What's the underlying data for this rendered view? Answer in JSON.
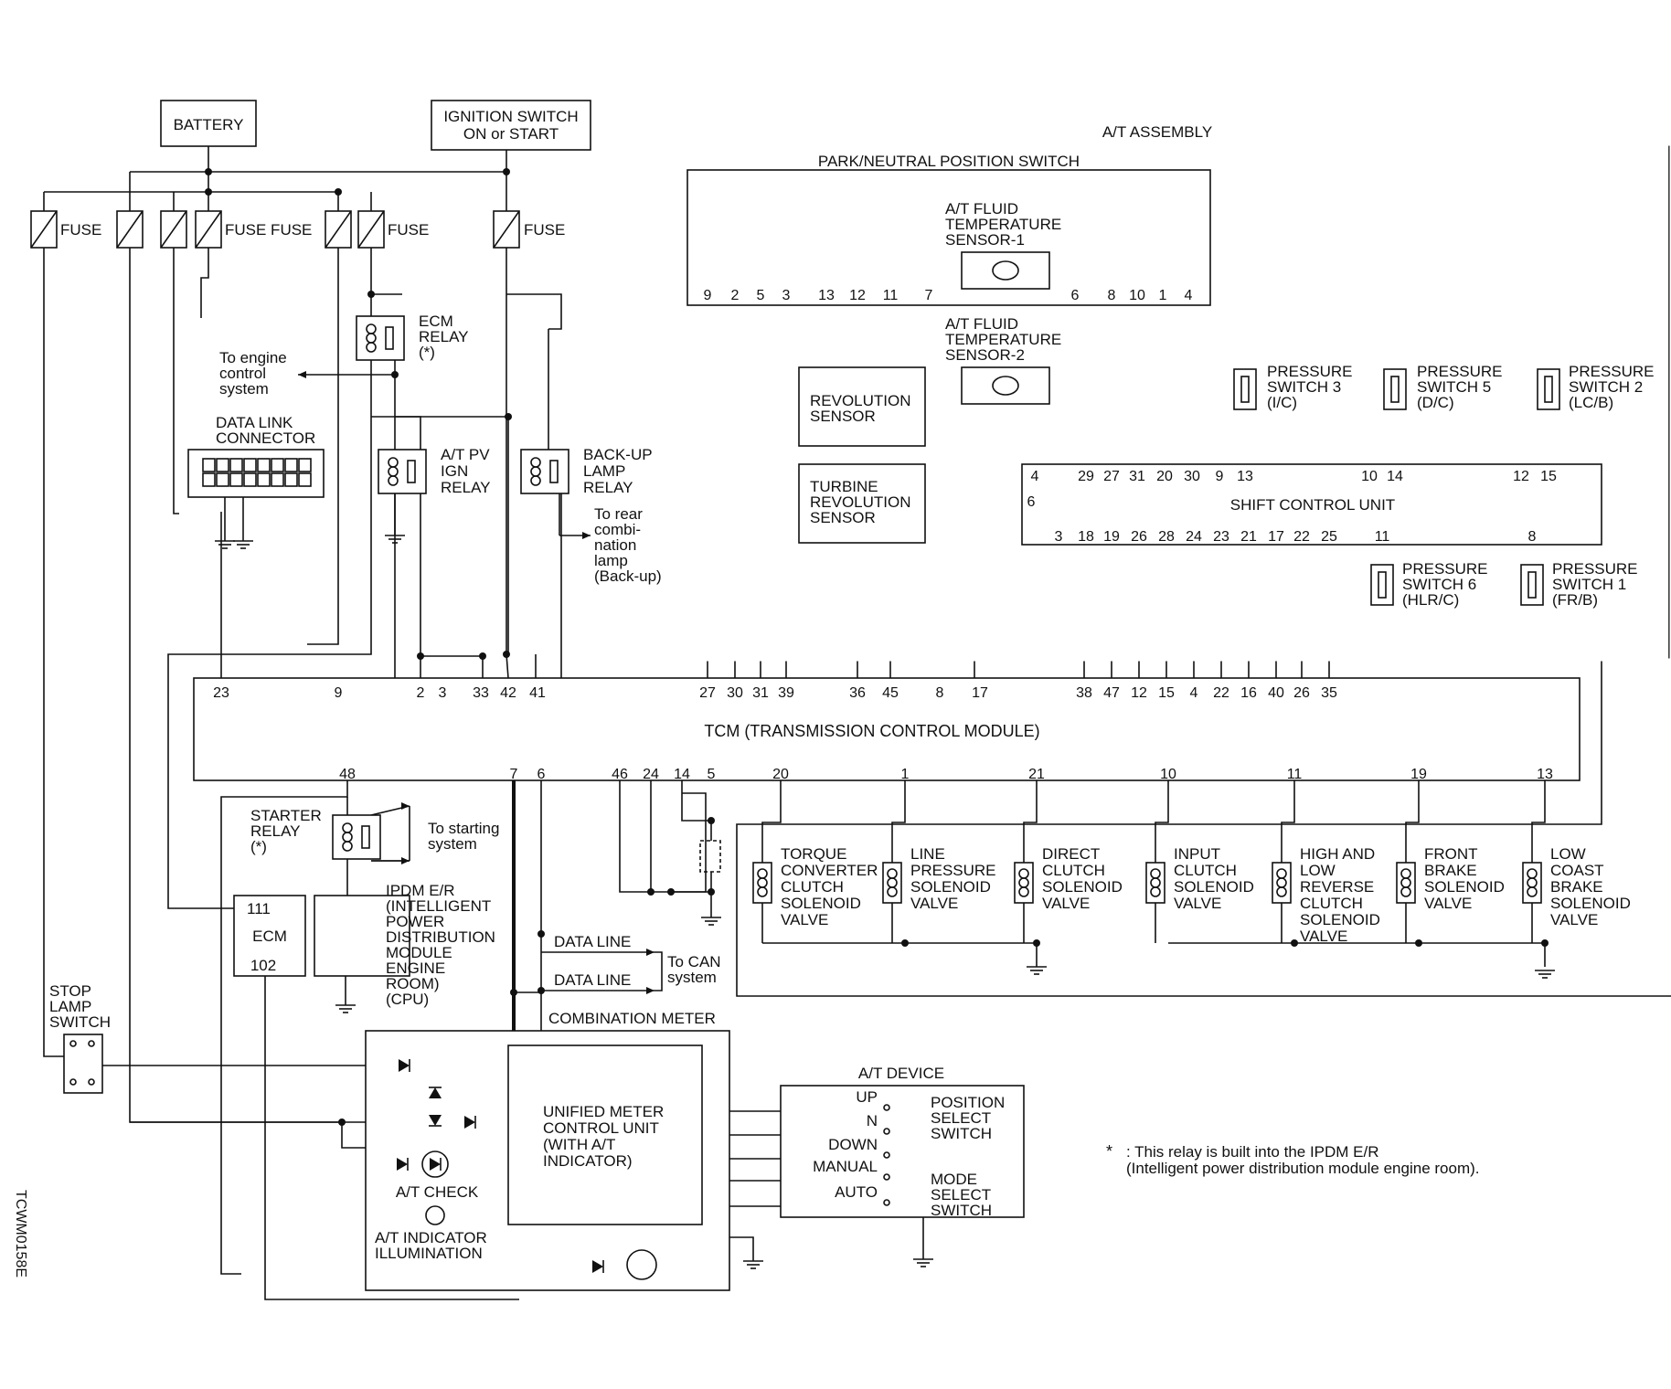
{
  "power": {
    "battery": "BATTERY",
    "ignition_switch": [
      "IGNITION SWITCH",
      "ON or START"
    ],
    "fuse_label": "FUSE",
    "fuse_fuse_label": "FUSE FUSE"
  },
  "relays": {
    "ecm_relay": [
      "ECM",
      "RELAY",
      "(*)"
    ],
    "at_pv_ign_relay": [
      "A/T PV",
      "IGN",
      "RELAY"
    ],
    "backup_lamp_relay": [
      "BACK-UP",
      "LAMP",
      "RELAY"
    ],
    "starter_relay": [
      "STARTER",
      "RELAY",
      "(*)"
    ]
  },
  "notes": {
    "to_engine_control": [
      "To engine",
      "control",
      "system"
    ],
    "to_rear_lamp": [
      "To rear",
      "combi-",
      "nation",
      "lamp",
      "(Back-up)"
    ],
    "to_starting": [
      "To starting",
      "system"
    ],
    "to_can": [
      "To CAN",
      "system"
    ],
    "data_line_1": "DATA LINE",
    "data_line_2": "DATA LINE",
    "footnote": [
      ": This relay is built into the IPDM E/R",
      "(Intelligent power distribution module engine room)."
    ],
    "footnote_star": "*",
    "figure_id": "TCWM0158E"
  },
  "data_link": [
    "DATA LINK",
    "CONNECTOR"
  ],
  "at_assembly": {
    "title": "A/T ASSEMBLY",
    "pnp_switch": "PARK/NEUTRAL POSITION SWITCH",
    "fluid_temp_1": [
      "A/T FLUID",
      "TEMPERATURE",
      "SENSOR-1"
    ],
    "fluid_temp_2": [
      "A/T FLUID",
      "TEMPERATURE",
      "SENSOR-2"
    ],
    "revolution_sensor": [
      "REVOLUTION",
      "SENSOR"
    ],
    "turbine_sensor": [
      "TURBINE",
      "REVOLUTION",
      "SENSOR"
    ],
    "shift_control_unit": "SHIFT CONTROL UNIT",
    "pnp_pins": [
      "9",
      "2",
      "5",
      "3",
      "13",
      "12",
      "11",
      "7",
      "6",
      "8",
      "10",
      "1",
      "4"
    ],
    "scu_top_pins": [
      "4",
      "29",
      "27",
      "31",
      "20",
      "30",
      "9",
      "13",
      "10",
      "14",
      "12",
      "15"
    ],
    "scu_left_pin": "6",
    "scu_bottom_pins": [
      "3",
      "18",
      "19",
      "26",
      "28",
      "24",
      "23",
      "21",
      "17",
      "22",
      "25",
      "11",
      "8"
    ],
    "pressure_switches": [
      {
        "name": [
          "PRESSURE",
          "SWITCH 3",
          "(I/C)"
        ]
      },
      {
        "name": [
          "PRESSURE",
          "SWITCH 5",
          "(D/C)"
        ]
      },
      {
        "name": [
          "PRESSURE",
          "SWITCH 2",
          "(LC/B)"
        ]
      },
      {
        "name": [
          "PRESSURE",
          "SWITCH 6",
          "(HLR/C)"
        ]
      },
      {
        "name": [
          "PRESSURE",
          "SWITCH 1",
          "(FR/B)"
        ]
      }
    ],
    "solenoids": [
      {
        "pin": "20",
        "name": [
          "TORQUE",
          "CONVERTER",
          "CLUTCH",
          "SOLENOID",
          "VALVE"
        ]
      },
      {
        "pin": "1",
        "name": [
          "LINE",
          "PRESSURE",
          "SOLENOID",
          "VALVE"
        ]
      },
      {
        "pin": "21",
        "name": [
          "DIRECT",
          "CLUTCH",
          "SOLENOID",
          "VALVE"
        ]
      },
      {
        "pin": "10",
        "name": [
          "INPUT",
          "CLUTCH",
          "SOLENOID",
          "VALVE"
        ]
      },
      {
        "pin": "11",
        "name": [
          "HIGH AND",
          "LOW",
          "REVERSE",
          "CLUTCH",
          "SOLENOID",
          "VALVE"
        ]
      },
      {
        "pin": "19",
        "name": [
          "FRONT",
          "BRAKE",
          "SOLENOID",
          "VALVE"
        ]
      },
      {
        "pin": "13",
        "name": [
          "LOW",
          "COAST",
          "BRAKE",
          "SOLENOID",
          "VALVE"
        ]
      }
    ]
  },
  "tcm": {
    "title": "TCM (TRANSMISSION CONTROL MODULE)",
    "top_pins": [
      "23",
      "9",
      "2",
      "3",
      "33",
      "42",
      "41",
      "27",
      "30",
      "31",
      "39",
      "36",
      "45",
      "8",
      "17",
      "38",
      "47",
      "12",
      "15",
      "4",
      "22",
      "16",
      "40",
      "26",
      "35"
    ],
    "bottom_left_pins": [
      "48",
      "7",
      "6",
      "46",
      "24",
      "14",
      "5"
    ]
  },
  "ecm": {
    "title": "ECM",
    "pin_top": "111",
    "pin_bottom": "102"
  },
  "ipdm": [
    "IPDM E/R",
    "(INTELLIGENT",
    "POWER",
    "DISTRIBUTION",
    "MODULE",
    "ENGINE",
    "ROOM)",
    "(CPU)"
  ],
  "stop_lamp": [
    "STOP",
    "LAMP",
    "SWITCH"
  ],
  "combination_meter": {
    "title": "COMBINATION METER",
    "unit": [
      "UNIFIED METER",
      "CONTROL UNIT",
      "(WITH A/T",
      "INDICATOR)"
    ],
    "at_check": "A/T CHECK",
    "at_indicator": [
      "A/T INDICATOR",
      "ILLUMINATION"
    ]
  },
  "at_device": {
    "title": "A/T DEVICE",
    "positions": [
      "UP",
      "N",
      "DOWN",
      "MANUAL",
      "AUTO"
    ],
    "position_select": [
      "POSITION",
      "SELECT",
      "SWITCH"
    ],
    "mode_select": [
      "MODE",
      "SELECT",
      "SWITCH"
    ]
  }
}
